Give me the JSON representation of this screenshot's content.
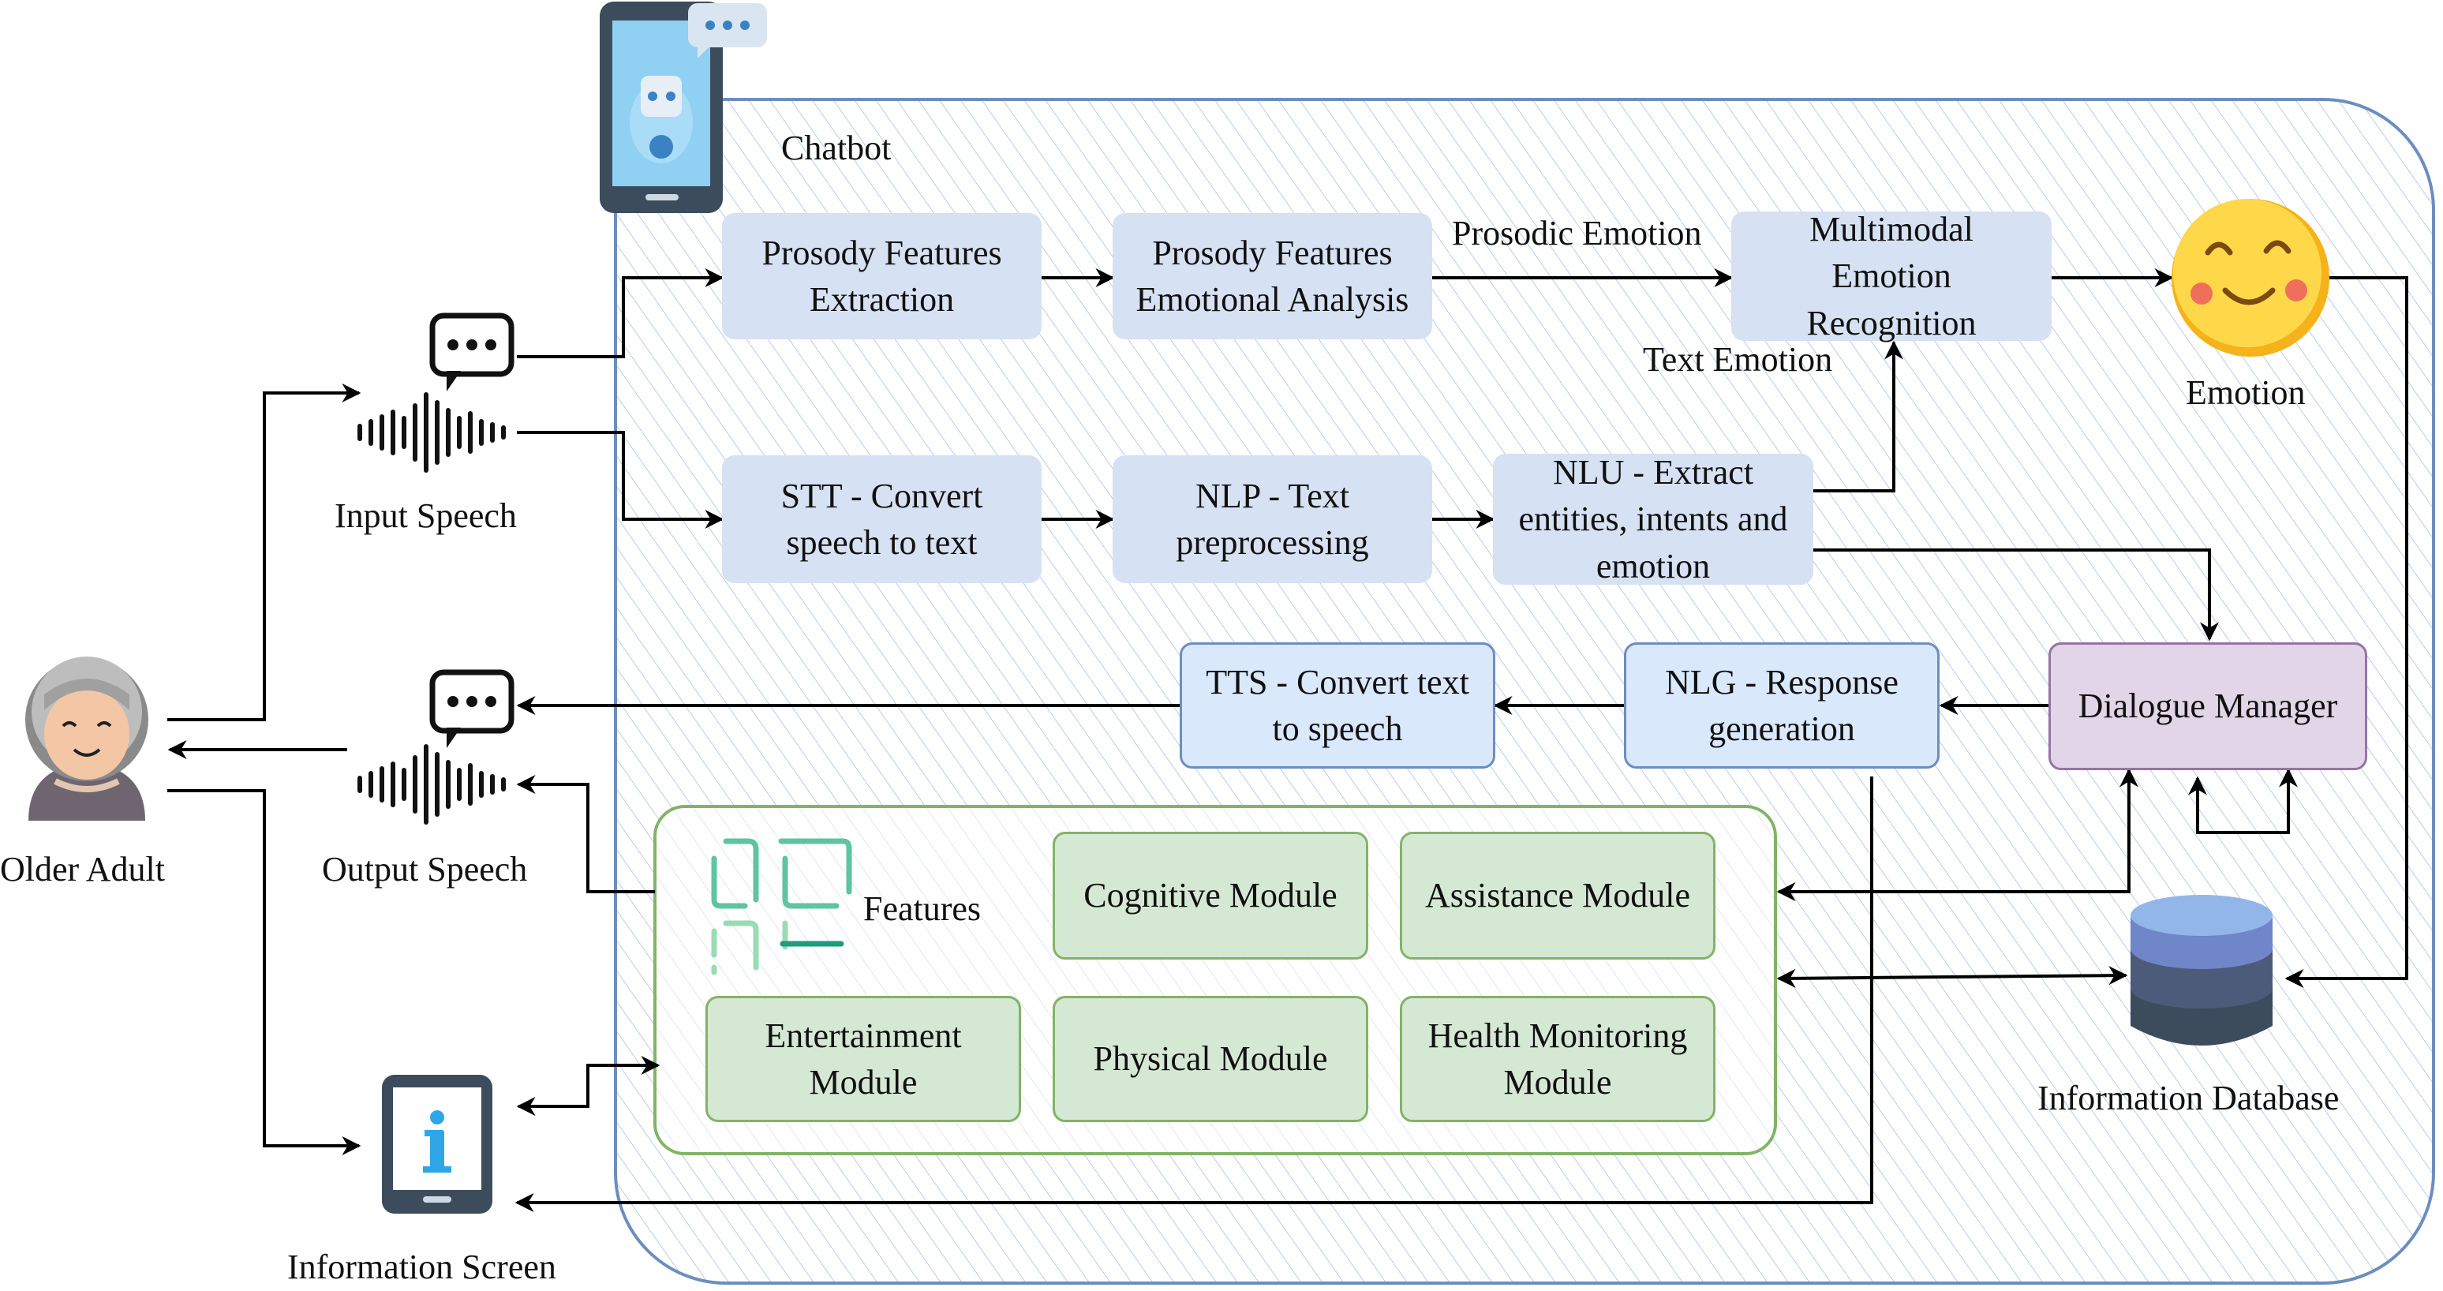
{
  "chatbot_label": "Chatbot",
  "blocks": {
    "prosody_extraction": "Prosody Features\nExtraction",
    "prosody_emotional": "Prosody Features\nEmotional Analysis",
    "multimodal": "Multimodal\nEmotion\nRecognition",
    "stt": "STT - Convert\nspeech to text",
    "nlp": "NLP - Text\npreprocessing",
    "nlu": "NLU - Extract\nentities, intents and\nemotion",
    "tts": "TTS - Convert text\nto speech",
    "nlg": "NLG - Response\ngeneration",
    "dialogue": "Dialogue Manager",
    "cognitive": "Cognitive Module",
    "assistance": "Assistance Module",
    "entertainment": "Entertainment\nModule",
    "physical": "Physical Module",
    "health": "Health Monitoring\nModule"
  },
  "edge_labels": {
    "prosodic_emotion": "Prosodic Emotion",
    "text_emotion": "Text Emotion"
  },
  "labels": {
    "input_speech": "Input Speech",
    "output_speech": "Output Speech",
    "older_adult": "Older Adult",
    "information_screen": "Information Screen",
    "emotion": "Emotion",
    "information_database": "Information Database",
    "features": "Features"
  },
  "colors": {
    "container_border": "#6c8ebf",
    "process_fill": "#d6e2f3",
    "dialogue_fill": "#e1d5e7",
    "dialogue_border": "#9673a6",
    "module_fill": "#d5e8d4",
    "module_border": "#82b366"
  },
  "icons": {
    "older_adult": "older-adult-icon",
    "phone": "chatbot-phone-icon",
    "input": "speech-bubble-waveform-icon",
    "output": "speech-bubble-waveform-icon",
    "screen": "info-tablet-icon",
    "emotion": "smiley-emoji-icon",
    "database": "database-icon",
    "features": "features-grid-icon"
  }
}
